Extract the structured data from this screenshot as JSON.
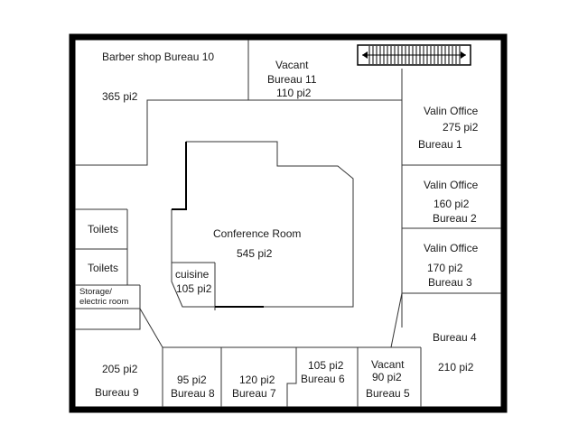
{
  "colors": {
    "wall": "#000000",
    "line": "#333333",
    "background": "#ffffff"
  },
  "icons": {
    "stairs": "stairs-icon"
  },
  "rooms": {
    "barber": {
      "name": "Barber shop Bureau 10",
      "area": "365 pi2"
    },
    "bureau11": {
      "status": "Vacant",
      "name": "Bureau 11",
      "area": "110 pi2"
    },
    "bureau1": {
      "tenant": "Valin Office",
      "area": "275 pi2",
      "name": "Bureau 1"
    },
    "bureau2": {
      "tenant": "Valin Office",
      "area": "160 pi2",
      "name": "Bureau 2"
    },
    "bureau3": {
      "tenant": "Valin Office",
      "area": "170 pi2",
      "name": "Bureau 3"
    },
    "bureau4": {
      "name": "Bureau 4",
      "area": "210 pi2"
    },
    "bureau5": {
      "status": "Vacant",
      "area": "90 pi2",
      "name": "Bureau 5"
    },
    "bureau6": {
      "area": "105 pi2",
      "name": "Bureau 6"
    },
    "bureau7": {
      "area": "120 pi2",
      "name": "Bureau 7"
    },
    "bureau8": {
      "area": "95 pi2",
      "name": "Bureau 8"
    },
    "bureau9": {
      "area": "205 pi2",
      "name": "Bureau 9"
    },
    "conference": {
      "name": "Conference Room",
      "area": "545 pi2"
    },
    "kitchen": {
      "name": "cuisine",
      "area": "105 pi2"
    },
    "toilets1": {
      "name": "Toilets"
    },
    "toilets2": {
      "name": "Toilets"
    },
    "storage": {
      "line1": "Storage/",
      "line2": "electric room"
    }
  }
}
